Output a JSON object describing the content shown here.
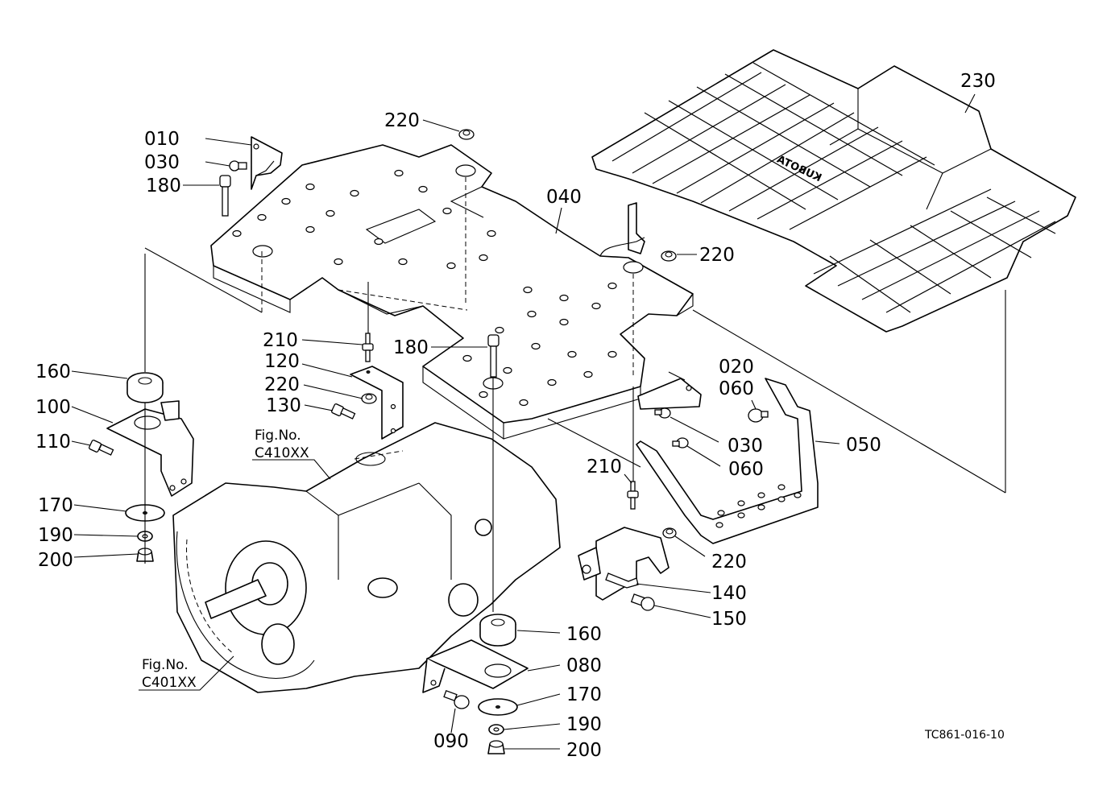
{
  "diagram": {
    "type": "exploded-parts-diagram",
    "drawing_code": "TC861-016-10",
    "brand_mark": "KUBOTA",
    "figure_refs": [
      {
        "line1": "Fig.No.",
        "line2": "C410XX"
      },
      {
        "line1": "Fig.No.",
        "line2": "C401XX"
      }
    ],
    "callouts": [
      {
        "id": "c-010",
        "number": "010",
        "part": "bracket (upper left)"
      },
      {
        "id": "c-030a",
        "number": "030",
        "part": "bolt"
      },
      {
        "id": "c-180a",
        "number": "180",
        "part": "bolt"
      },
      {
        "id": "c-220a",
        "number": "220",
        "part": "flange nut"
      },
      {
        "id": "c-040",
        "number": "040",
        "part": "floor plate"
      },
      {
        "id": "c-220b",
        "number": "220",
        "part": "flange nut"
      },
      {
        "id": "c-230",
        "number": "230",
        "part": "floor mat"
      },
      {
        "id": "c-210a",
        "number": "210",
        "part": "stud"
      },
      {
        "id": "c-180b",
        "number": "180",
        "part": "bolt"
      },
      {
        "id": "c-120",
        "number": "120",
        "part": "bracket"
      },
      {
        "id": "c-220c",
        "number": "220",
        "part": "flange nut"
      },
      {
        "id": "c-130",
        "number": "130",
        "part": "bolt"
      },
      {
        "id": "c-160a",
        "number": "160",
        "part": "rubber mount"
      },
      {
        "id": "c-100",
        "number": "100",
        "part": "bracket"
      },
      {
        "id": "c-110",
        "number": "110",
        "part": "bolt"
      },
      {
        "id": "c-170a",
        "number": "170",
        "part": "washer"
      },
      {
        "id": "c-190a",
        "number": "190",
        "part": "spring washer"
      },
      {
        "id": "c-200a",
        "number": "200",
        "part": "nut"
      },
      {
        "id": "c-020",
        "number": "020",
        "part": "bracket (right)"
      },
      {
        "id": "c-060a",
        "number": "060",
        "part": "bolt"
      },
      {
        "id": "c-030b",
        "number": "030",
        "part": "bolt"
      },
      {
        "id": "c-060b",
        "number": "060",
        "part": "bolt"
      },
      {
        "id": "c-050",
        "number": "050",
        "part": "step"
      },
      {
        "id": "c-210b",
        "number": "210",
        "part": "stud"
      },
      {
        "id": "c-220d",
        "number": "220",
        "part": "flange nut"
      },
      {
        "id": "c-140",
        "number": "140",
        "part": "pin"
      },
      {
        "id": "c-150",
        "number": "150",
        "part": "bolt"
      },
      {
        "id": "c-160b",
        "number": "160",
        "part": "rubber mount"
      },
      {
        "id": "c-080",
        "number": "080",
        "part": "bracket"
      },
      {
        "id": "c-170b",
        "number": "170",
        "part": "washer"
      },
      {
        "id": "c-090",
        "number": "090",
        "part": "bolt"
      },
      {
        "id": "c-190b",
        "number": "190",
        "part": "spring washer"
      },
      {
        "id": "c-200b",
        "number": "200",
        "part": "nut"
      }
    ]
  }
}
